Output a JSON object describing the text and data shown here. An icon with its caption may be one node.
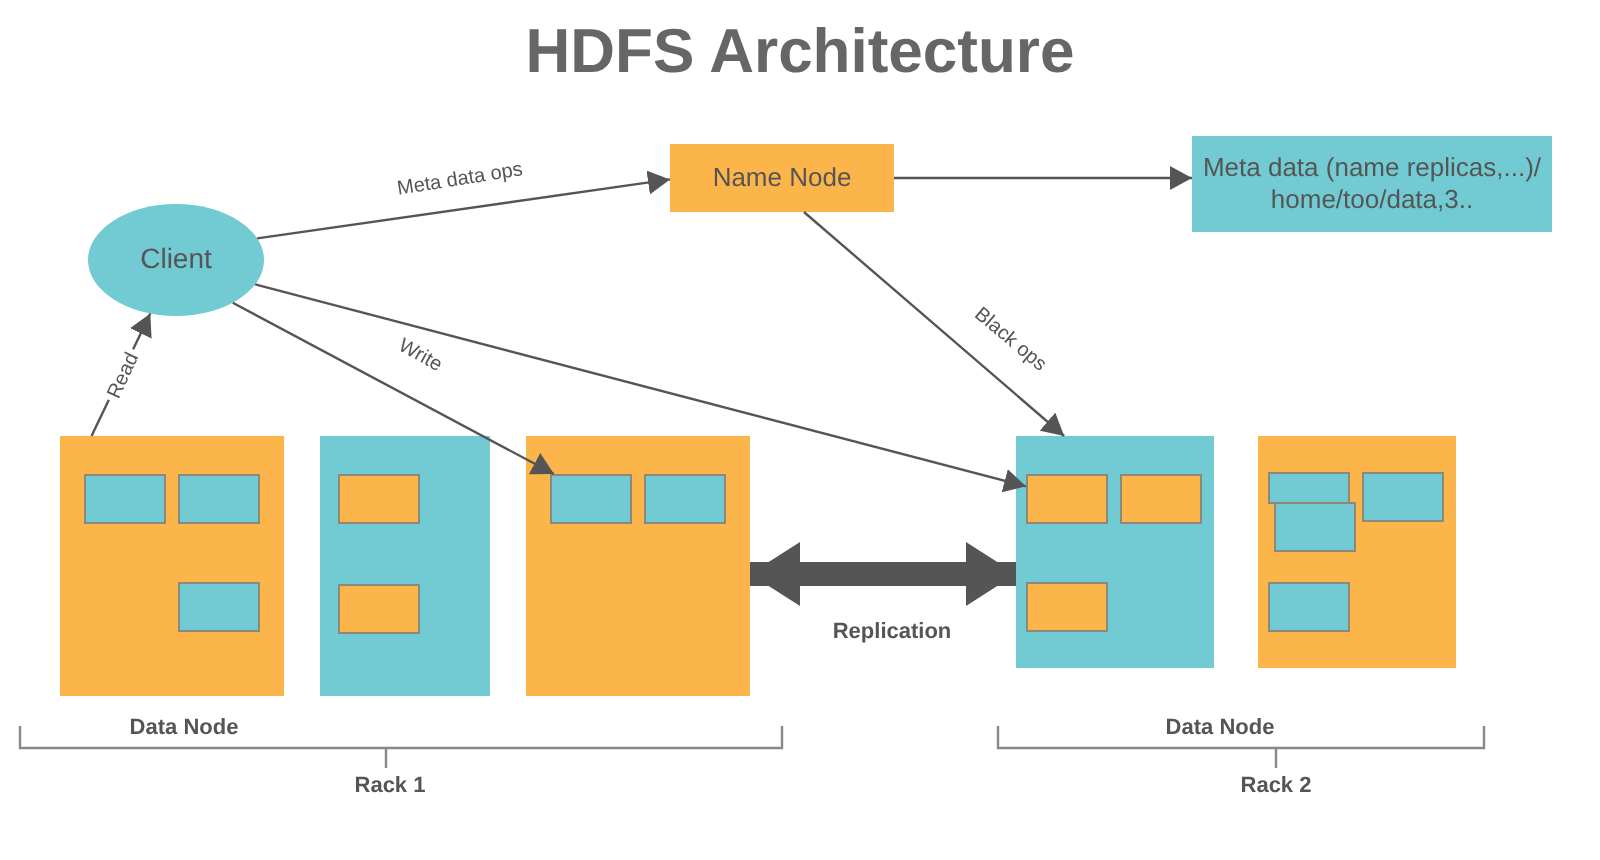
{
  "diagram": {
    "title": "HDFS Architecture",
    "nodes": [
      {
        "text": [
          "Client"
        ]
      },
      {
        "text": [
          "Name Node"
        ]
      },
      {
        "text": [
          "Meta data (name replicas,...)/ home/too/data,3.."
        ]
      },
      {
        "text": [],
        "shape": "box"
      },
      {
        "text": [],
        "shape": "box"
      },
      {
        "text": [],
        "shape": "box"
      },
      {
        "text": [],
        "shape": "box"
      },
      {
        "text": [],
        "shape": "box"
      },
      {
        "text": [],
        "shape": "box",
        "in": 3
      },
      {
        "text": [],
        "shape": "box",
        "in": 3
      },
      {
        "text": [],
        "shape": "box",
        "in": 3
      },
      {
        "text": [],
        "shape": "box",
        "in": 4
      },
      {
        "text": [],
        "shape": "box",
        "in": 4
      },
      {
        "text": [],
        "shape": "box",
        "in": 5
      },
      {
        "text": [],
        "shape": "box",
        "in": 5
      },
      {
        "text": [],
        "shape": "box",
        "in": 6
      },
      {
        "text": [],
        "shape": "box",
        "in": 6
      },
      {
        "text": [],
        "shape": "box",
        "in": 6
      },
      {
        "text": [],
        "shape": "box",
        "in": 7
      },
      {
        "text": [],
        "shape": "box",
        "in": 7
      },
      {
        "text": [],
        "shape": "box",
        "in": 7
      },
      {
        "text": [],
        "shape": "box",
        "in": 7
      }
    ],
    "edges": [
      {
        "from": 0,
        "to": 1,
        "arrow": "to",
        "label": "Meta data ops"
      },
      {
        "from": 1,
        "to": 2,
        "arrow": "to"
      },
      {
        "from": 1,
        "to": 6,
        "arrow": "to",
        "label": "Black ops"
      },
      {
        "from": 0,
        "to": 15,
        "arrow": "to"
      },
      {
        "from": 0,
        "to": 13,
        "arrow": "to",
        "label": "Write"
      },
      {
        "from": 3,
        "to": 0,
        "arrow": "to",
        "label": "Read"
      },
      {
        "from": 5,
        "to": 6,
        "arrow": "both",
        "style": "thick",
        "label": "Replication"
      }
    ],
    "labels": [
      "Data Node",
      "Rack 1",
      "Data Node",
      "Rack 2"
    ]
  }
}
